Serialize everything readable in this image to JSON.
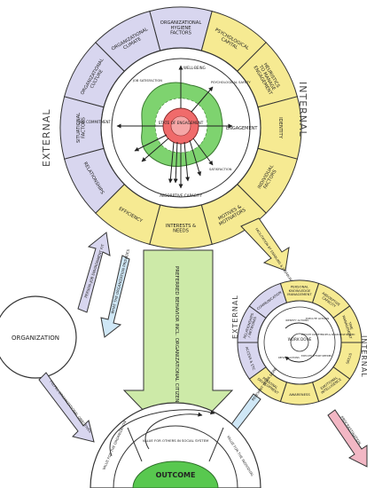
{
  "colors": {
    "external": "#d8d6ef",
    "internal": "#f6ea92",
    "green_band": "#7ed36f",
    "red_core": "#f06b6b",
    "pink_core": "#f5a6a6",
    "arrow_green": "#cdeaa8",
    "arrow_blue": "#cfe7f6",
    "arrow_lilac": "#d8d6ef",
    "arrow_yellow": "#f6ea92",
    "arrow_pink": "#f2b7c4",
    "outcome": "#58c84f",
    "stroke": "#333333"
  },
  "main_wheel": {
    "side_external": "EXTERNAL",
    "side_internal": "INTERNAL",
    "core": "STATE OF ENGAGEMENT",
    "segments": [
      "ORGANIZATIONAL HYGIENE FACTORS",
      "PSYCHOLOGICAL CAPITAL",
      "HEURISTICS TO MANAGE ENGAGEMENT",
      "IDENTITY",
      "INDIVIDUAL FACTORS",
      "MOTIVES & MOTIVATORS",
      "INTERESTS & NEEDS",
      "EFFICIENCY",
      "RELATIONSHIPS",
      "SITUATIONAL FACTORS",
      "ORGANIZATIONAL CULTURE",
      "ORGANIZATIONAL CLIMATE"
    ],
    "inner_labels": {
      "top": "WELL-BEING",
      "right": "ENGAGEMENT",
      "bottom": "ABSORPTIVE CAPACITY",
      "left": "JOB COMMITMENT",
      "upper_right": "PSYCHOLOGICAL SAFETY",
      "lower_right": "SATISFACTION",
      "upper_left": "JOB SATISFACTION"
    }
  },
  "arrows": {
    "center": "PREFERRED BEHAVIOR INCL. ORGANIZATIONAL CITIZENSHIP BEHAVIOR",
    "right": "FACILITATION BY ENABLING & DISABLING FACTORS",
    "to_org": "PERSON-JOB ENVIRONMENT FIT",
    "from_org": "WHAT THE ORGANIZATION PROVIDES",
    "org_out": "FULFILL ORGANIZATIONAL OBJECTIVES",
    "work_done": "RELEVANT WORK DONE",
    "procrastination": "PROCRASTINATION"
  },
  "organization": {
    "label": "ORGANIZATION"
  },
  "small_wheel": {
    "side_external": "EXTERNAL",
    "side_internal": "INTERNAL",
    "core": "WORK DONE",
    "segments": [
      "PERSONAL KNOWLEDGE MANAGEMENT",
      "ABSORPTIVE CAPACITY",
      "TIME MANAGEMENT",
      "SKILLS",
      "EMOTIONAL INTELLIGENCE",
      "AWARENESS",
      "PERSONAL DEVELOPMENT",
      "ACCESS & ETC",
      "RELATIONSHIPS / NETWORKS",
      "COMMUNICATION"
    ],
    "inner": [
      "IDENTIFY ACTIONS",
      "EXECUTE ACTIONS",
      "EXECUTE COMPETENCIES & KNOWLEDGE NEEDED",
      "EXECUTE EFFORT NEEDED",
      "REFLECT ACTIONS"
    ]
  },
  "outcome": {
    "label": "OUTCOME",
    "arcs": [
      "VALUE FOR THE ORGANIZATION",
      "VALUE FOR OTHERS IN SOCIAL SYSTEM",
      "VALUE FOR THE INDIVIDUAL"
    ]
  }
}
